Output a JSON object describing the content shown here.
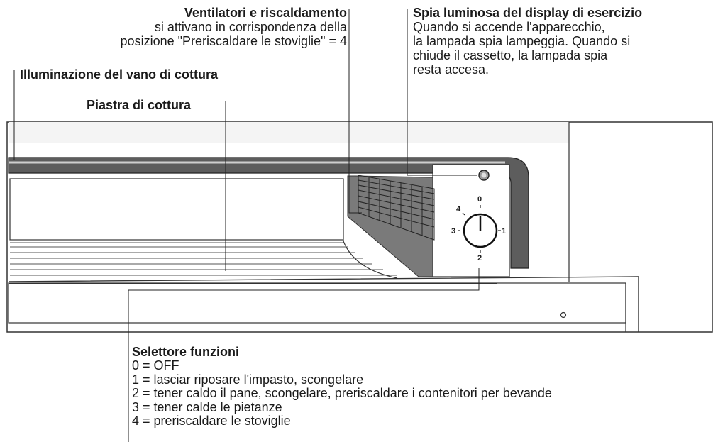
{
  "labels": {
    "fan": {
      "title": "Ventilatori e riscaldamento",
      "lines": [
        "si attivano in corrispondenza della",
        "posizione \"Preriscaldare le stoviglie\" = 4"
      ]
    },
    "pilot_light": {
      "title": "Spia luminosa del display di esercizio",
      "lines": [
        "Quando si accende l'apparecchio,",
        "la lampada spia lampeggia. Quando si",
        "chiude il cassetto, la lampada spia",
        "resta accesa."
      ]
    },
    "cavity_light": "Illuminazione del vano di cottura",
    "hotplate": "Piastra di cottura",
    "selector": {
      "title": "Selettore funzioni",
      "lines": [
        "0 = OFF",
        "1 = lasciar riposare l'impasto, scongelare",
        "2 = tener caldo il pane, scongelare, preriscaldare i contenitori per bevande",
        "3 = tener calde le pietanze",
        "4 = preriscaldare le stoviglie"
      ]
    }
  },
  "knob": {
    "positions": [
      "0",
      "1",
      "2",
      "3",
      "4"
    ]
  }
}
